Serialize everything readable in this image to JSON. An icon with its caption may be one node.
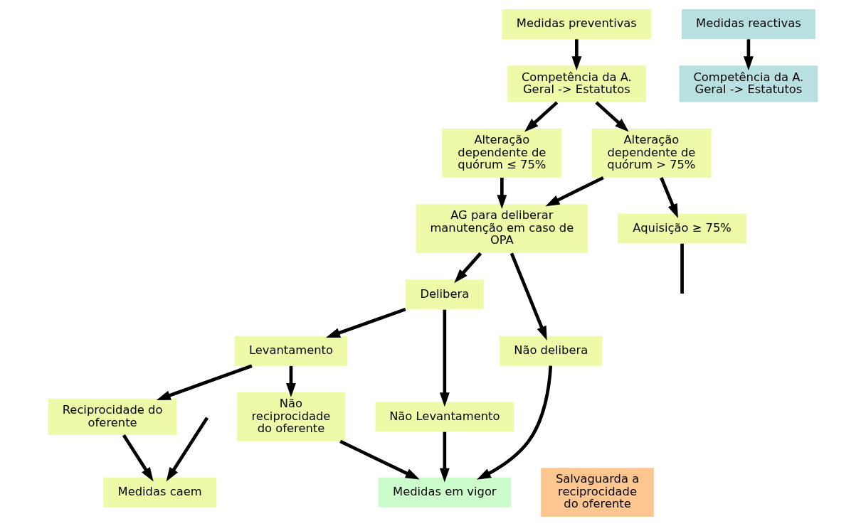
{
  "diagram": {
    "nodes": [
      {
        "text": [
          "Medidas preventivas"
        ]
      },
      {
        "text": [
          "Competência da A. Geral -> Estatutos"
        ]
      },
      {
        "text": [
          "Medidas reactivas"
        ]
      },
      {
        "text": [
          "Competência da A. Geral -> Estatutos"
        ]
      },
      {
        "text": [
          "Alteração dependente de quórum ≤ 75%"
        ]
      },
      {
        "text": [
          "Alteração dependente de quórum > 75%"
        ]
      },
      {
        "text": [
          "AG para deliberar manutenção em caso de OPA"
        ]
      },
      {
        "text": [
          "Aquisição ≥ 75%"
        ]
      },
      {
        "text": [
          "Delibera"
        ]
      },
      {
        "text": [
          "Não delibera"
        ]
      },
      {
        "text": [
          "Levantamento"
        ]
      },
      {
        "text": [
          "Não Levantamento"
        ]
      },
      {
        "text": [
          "Reciprocidade do oferente"
        ]
      },
      {
        "text": [
          "Não reciprocidade do oferente"
        ]
      },
      {
        "text": [
          "Salvaguarda a reciprocidade do oferente"
        ]
      },
      {
        "text": [
          "Medidas caem"
        ]
      },
      {
        "text": [
          "Medidas em vigor"
        ]
      }
    ],
    "edges": [
      {
        "from": 0,
        "to": 1,
        "arrow": "to"
      },
      {
        "from": 2,
        "to": 3,
        "arrow": "to"
      },
      {
        "from": 1,
        "to": 4,
        "arrow": "to"
      },
      {
        "from": 1,
        "to": 5,
        "arrow": "to"
      },
      {
        "from": 4,
        "to": 6,
        "arrow": "to"
      },
      {
        "from": 5,
        "to": 6,
        "arrow": "to"
      },
      {
        "from": 5,
        "to": 7,
        "arrow": "to"
      },
      {
        "from": 7,
        "to": null,
        "arrow": "none"
      },
      {
        "from": 6,
        "to": 8,
        "arrow": "to"
      },
      {
        "from": 6,
        "to": 9,
        "arrow": "to"
      },
      {
        "from": 8,
        "to": 10,
        "arrow": "to"
      },
      {
        "from": 8,
        "to": 11,
        "arrow": "to"
      },
      {
        "from": 10,
        "to": 12,
        "arrow": "to"
      },
      {
        "from": 10,
        "to": 13,
        "arrow": "to"
      },
      {
        "from": 12,
        "to": 15,
        "arrow": "to"
      },
      {
        "from": null,
        "to": 15,
        "arrow": "to"
      },
      {
        "from": 11,
        "to": 16,
        "arrow": "to"
      },
      {
        "from": 9,
        "to": 16,
        "arrow": "to"
      },
      {
        "from": 13,
        "to": 16,
        "arrow": "to"
      }
    ]
  }
}
